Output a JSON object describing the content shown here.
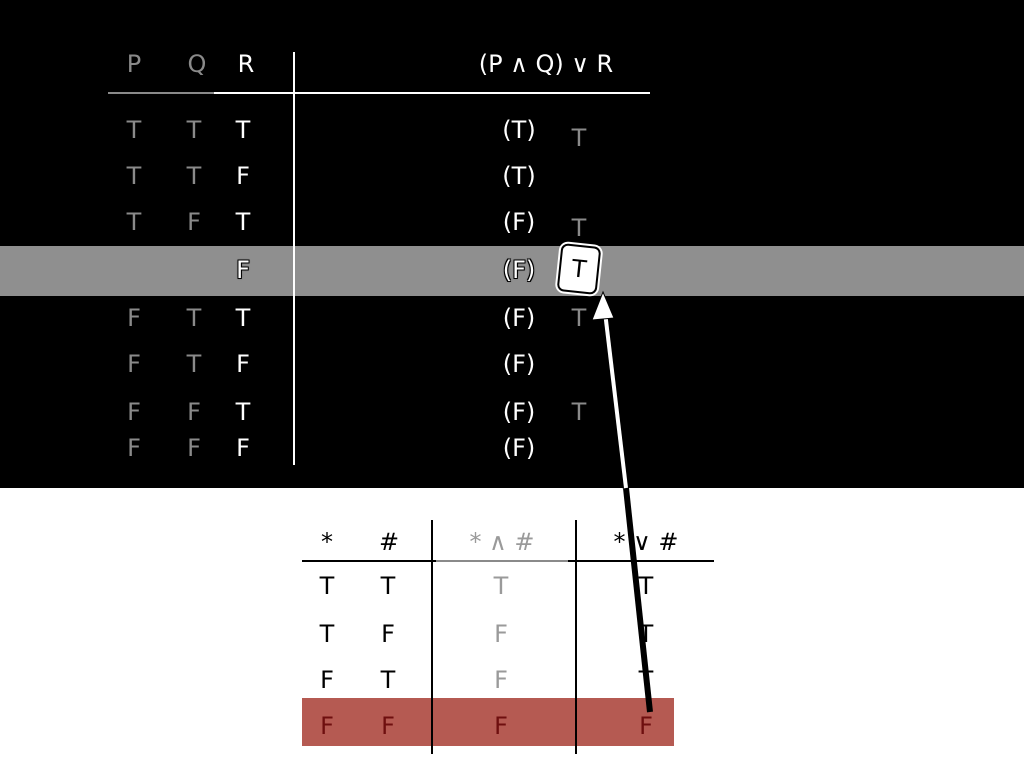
{
  "top_table": {
    "headers": [
      "P",
      "Q",
      "R",
      "(P ∧ Q) ∨ R"
    ],
    "rows": [
      {
        "p": "T",
        "q": "T",
        "r": "T",
        "pq": "(T)",
        "result": "T"
      },
      {
        "p": "T",
        "q": "T",
        "r": "F",
        "pq": "(T)",
        "result": ""
      },
      {
        "p": "T",
        "q": "F",
        "r": "T",
        "pq": "(F)",
        "result": "T"
      },
      {
        "p": "",
        "q": "",
        "r": "F",
        "pq": "(F)",
        "result": "T"
      },
      {
        "p": "F",
        "q": "T",
        "r": "T",
        "pq": "(F)",
        "result": "T"
      },
      {
        "p": "F",
        "q": "T",
        "r": "F",
        "pq": "(F)",
        "result": ""
      },
      {
        "p": "F",
        "q": "F",
        "r": "T",
        "pq": "(F)",
        "result": "T"
      },
      {
        "p": "F",
        "q": "F",
        "r": "F",
        "pq": "(F)",
        "result": ""
      }
    ],
    "highlighted_row": 3
  },
  "bottom_table": {
    "headers": [
      "*",
      "#",
      "* ∧ #",
      "* ∨ #"
    ],
    "rows": [
      [
        "T",
        "T",
        "T",
        "T"
      ],
      [
        "T",
        "F",
        "F",
        "T"
      ],
      [
        "F",
        "T",
        "F",
        "T"
      ],
      [
        "F",
        "F",
        "F",
        "F"
      ]
    ],
    "highlighted_row": 3
  },
  "colors": {
    "top_background": "#000000",
    "highlight_band": "#8f8f8f",
    "bottom_highlight": "#b55a52",
    "arrow": "#ffffff"
  }
}
